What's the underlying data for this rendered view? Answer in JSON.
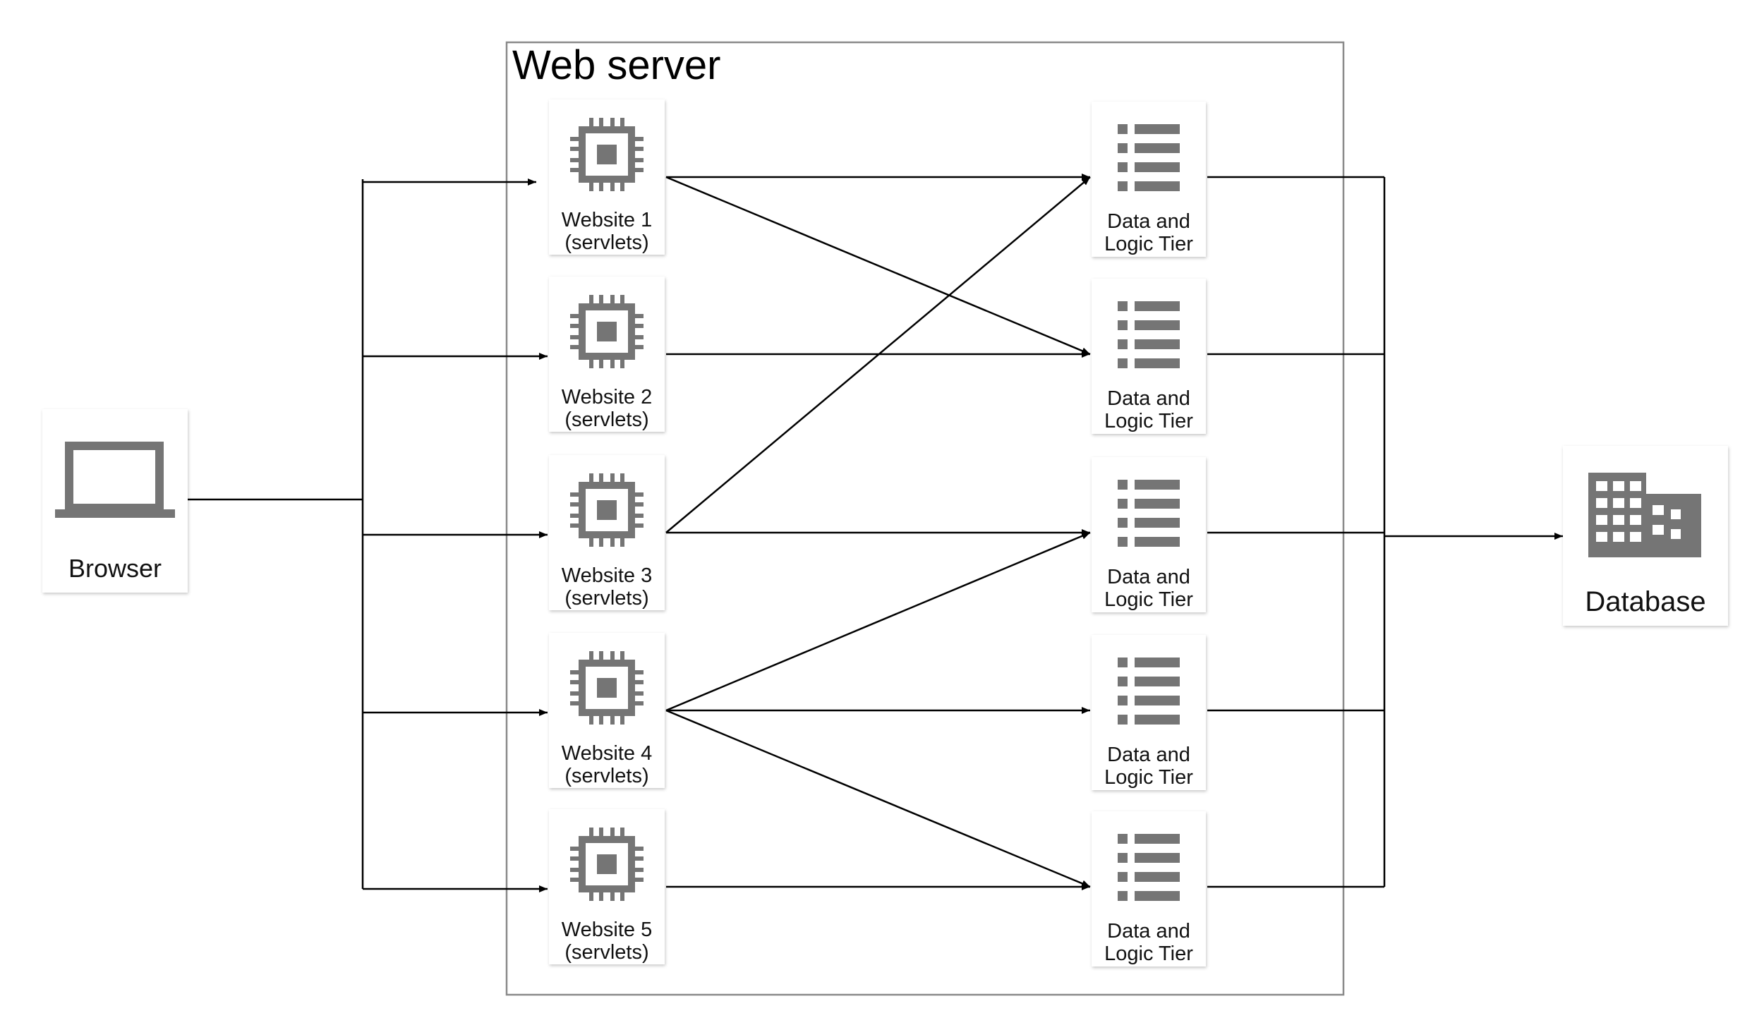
{
  "server": {
    "title": "Web server"
  },
  "browser": {
    "label": "Browser",
    "icon": "laptop-icon"
  },
  "database": {
    "label": "Database",
    "icon": "building-icon"
  },
  "websites": [
    {
      "line1": "Website 1",
      "line2": "(servlets)",
      "icon": "chip-icon"
    },
    {
      "line1": "Website 2",
      "line2": "(servlets)",
      "icon": "chip-icon"
    },
    {
      "line1": "Website 3",
      "line2": "(servlets)",
      "icon": "chip-icon"
    },
    {
      "line1": "Website 4",
      "line2": "(servlets)",
      "icon": "chip-icon"
    },
    {
      "line1": "Website 5",
      "line2": "(servlets)",
      "icon": "chip-icon"
    }
  ],
  "tiers": [
    {
      "line1": "Data and",
      "line2": "Logic Tier",
      "icon": "list-icon"
    },
    {
      "line1": "Data and",
      "line2": "Logic Tier",
      "icon": "list-icon"
    },
    {
      "line1": "Data and",
      "line2": "Logic Tier",
      "icon": "list-icon"
    },
    {
      "line1": "Data and",
      "line2": "Logic Tier",
      "icon": "list-icon"
    },
    {
      "line1": "Data and",
      "line2": "Logic Tier",
      "icon": "list-icon"
    }
  ],
  "connections": [
    {
      "from": "Website 1",
      "to": "tier 1"
    },
    {
      "from": "Website 1",
      "to": "tier 2"
    },
    {
      "from": "Website 2",
      "to": "tier 2"
    },
    {
      "from": "Website 3",
      "to": "tier 1"
    },
    {
      "from": "Website 3",
      "to": "tier 3"
    },
    {
      "from": "Website 4",
      "to": "tier 3"
    },
    {
      "from": "Website 4",
      "to": "tier 4"
    },
    {
      "from": "Website 4",
      "to": "tier 5"
    },
    {
      "from": "Website 5",
      "to": "tier 5"
    }
  ],
  "colors": {
    "icon": "#757575",
    "line": "#000000",
    "frame": "#8a8a8a"
  }
}
